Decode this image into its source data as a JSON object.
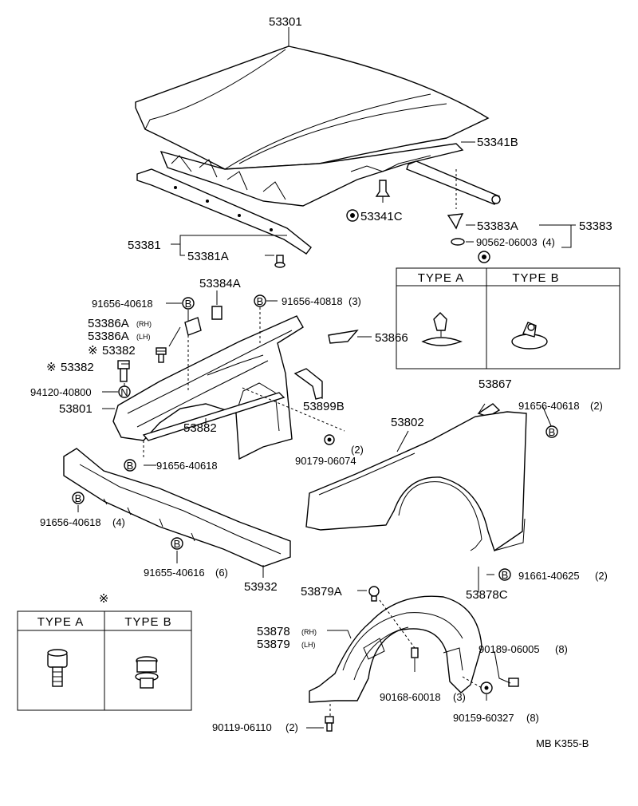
{
  "labels": {
    "hood": "53301",
    "hood_seal_rear": "53341B",
    "hood_cushion": "53341C",
    "hood_clip_a": "53383A",
    "hood_seal_front": "53383",
    "hood_seal_bolt": "90562-06003",
    "hood_seal_bolt_qty": "(4)",
    "hood_lock_support": "53381",
    "hood_lock_support_sub": "53381A",
    "bracket_clip": "53384A",
    "clip_b_1": "91656-40618",
    "clip_b_2": "91656-40818",
    "clip_b_2_qty": "(3)",
    "bracket_rh": "53386A",
    "bracket_rh_side": "(RH)",
    "bracket_lh": "53386A",
    "bracket_lh_side": "(LH)",
    "bolt_star_a": "53382",
    "bolt_star_b": "53382",
    "star_mark": "※",
    "nut_n": "94120-40800",
    "apron": "53801",
    "seal_53866": "53866",
    "bracket_53899b": "53899B",
    "apron_seal": "53882",
    "clip_b_3": "91656-40618",
    "nut_90179": "90179-06074",
    "nut_90179_qty": "(2)",
    "clip_53867": "53867",
    "clip_b_4": "91656-40618",
    "clip_b_4_qty": "(2)",
    "fender": "53802",
    "clip_b_5": "91656-40618",
    "clip_b_5_qty": "(4)",
    "clip_b_6": "91655-40616",
    "clip_b_6_qty": "(6)",
    "lower_seal": "53932",
    "clip_53878c": "53878C",
    "clip_b_7": "91661-40625",
    "clip_b_7_qty": "(2)",
    "clip_53879a": "53879A",
    "liner_rh": "53878",
    "liner_rh_side": "(RH)",
    "liner_lh": "53879",
    "liner_lh_side": "(LH)",
    "screw_90189": "90189-06005",
    "screw_90189_qty": "(8)",
    "screw_90168": "90168-60018",
    "screw_90168_qty": "(3)",
    "screw_90159": "90159-60327",
    "screw_90159_qty": "(8)",
    "screw_90119": "90119-06110",
    "screw_90119_qty": "(2)",
    "marker_b": "B",
    "marker_n": "N",
    "footer_code": "MB  K355-B"
  },
  "type_table_top": {
    "col_a": "TYPE  A",
    "col_b": "TYPE  B"
  },
  "type_table_bottom": {
    "star": "※",
    "col_a": "TYPE  A",
    "col_b": "TYPE  B"
  }
}
